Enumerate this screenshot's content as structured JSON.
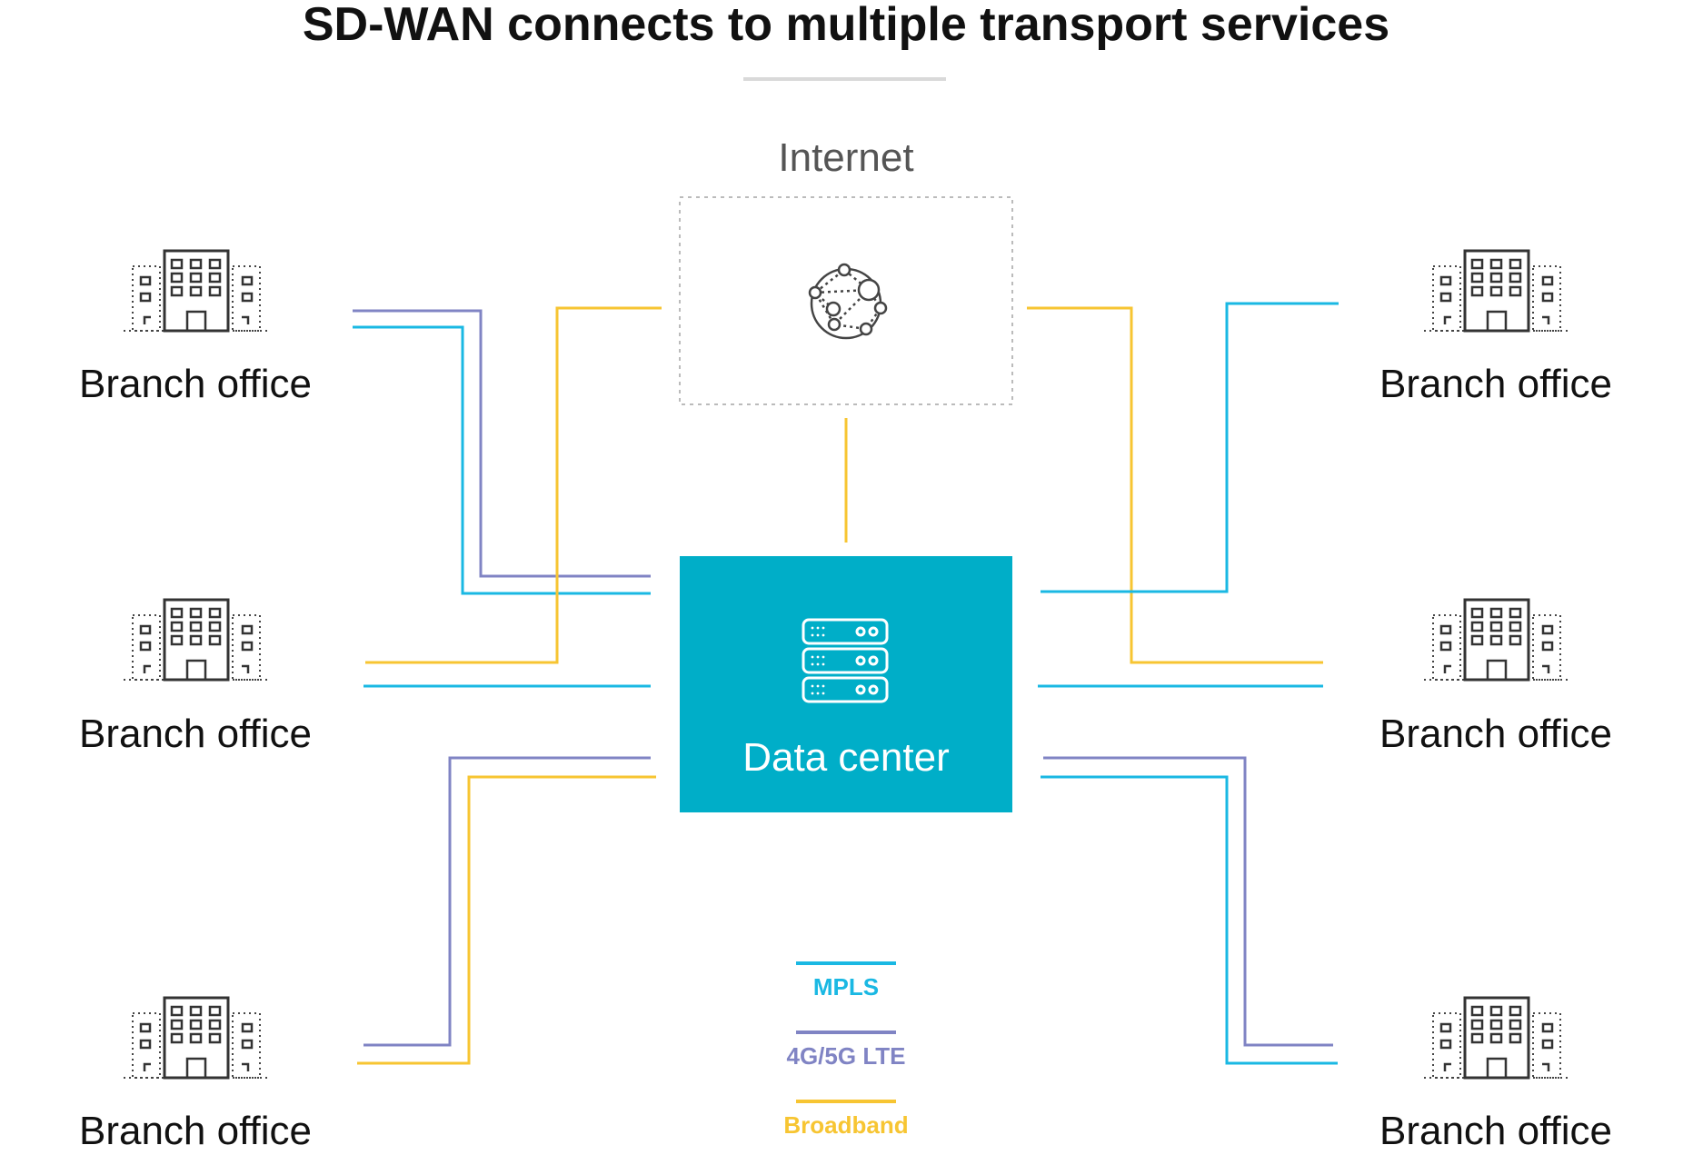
{
  "title": "SD-WAN connects to multiple transport services",
  "internet": {
    "label": "Internet",
    "icon": "network-globe-icon"
  },
  "data_center": {
    "label": "Data center",
    "icon": "server-rack-icon"
  },
  "branches": [
    {
      "id": "top-left",
      "label": "Branch office",
      "icon": "office-building-icon"
    },
    {
      "id": "middle-left",
      "label": "Branch office",
      "icon": "office-building-icon"
    },
    {
      "id": "bottom-left",
      "label": "Branch office",
      "icon": "office-building-icon"
    },
    {
      "id": "top-right",
      "label": "Branch office",
      "icon": "office-building-icon"
    },
    {
      "id": "middle-right",
      "label": "Branch office",
      "icon": "office-building-icon"
    },
    {
      "id": "bottom-right",
      "label": "Branch office",
      "icon": "office-building-icon"
    }
  ],
  "legend": [
    {
      "key": "mpls",
      "label": "MPLS",
      "color": "#1ab8e3"
    },
    {
      "key": "lte",
      "label": "4G/5G LTE",
      "color": "#8084c4"
    },
    {
      "key": "broadband",
      "label": "Broadband",
      "color": "#f7c532"
    }
  ],
  "colors": {
    "data_center_fill": "#00aec8",
    "divider": "#d9d9d9",
    "dashed_border": "#bbbbbb",
    "icon_stroke": "#444444"
  }
}
